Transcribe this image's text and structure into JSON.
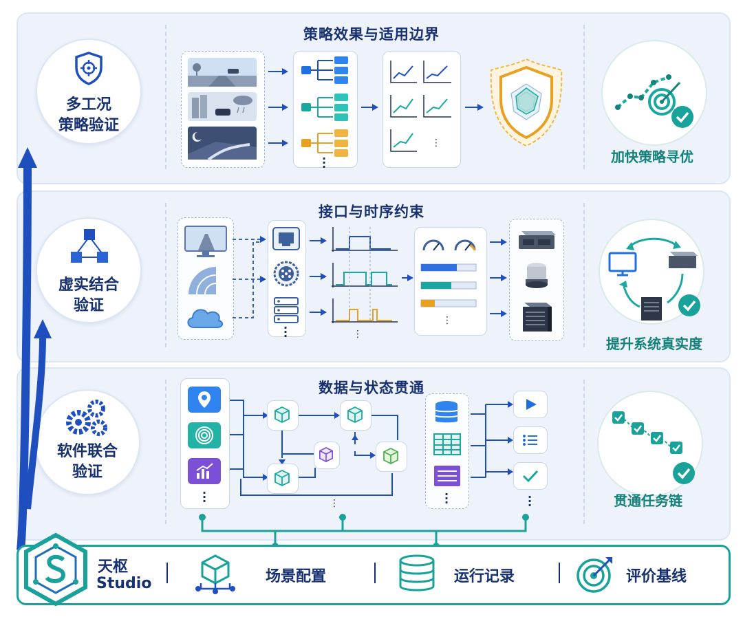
{
  "sections": [
    {
      "title": "策略效果与适用边界",
      "label_lines": [
        "多工况",
        "策略验证"
      ],
      "outcome": "加快策略寻优"
    },
    {
      "title": "接口与时序约束",
      "label_lines": [
        "虚实结合",
        "验证"
      ],
      "outcome": "提升系统真实度"
    },
    {
      "title": "数据与状态贯通",
      "label_lines": [
        "软件联合",
        "验证"
      ],
      "outcome": "贯通任务链"
    }
  ],
  "footer": {
    "brand_line1": "天枢",
    "brand_line2": "Studio",
    "items": [
      "场景配置",
      "运行记录",
      "评价基线"
    ]
  },
  "colors": {
    "primary": "#1f4fbf",
    "teal": "#19a29a",
    "orange": "#e8a020",
    "navy": "#17306f"
  }
}
